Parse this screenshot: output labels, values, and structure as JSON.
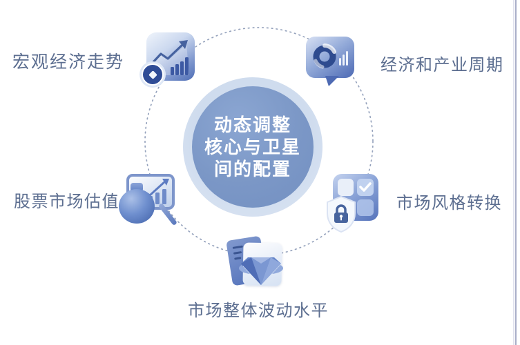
{
  "diagram": {
    "center": {
      "lines": [
        "动态调整",
        "核心与卫星",
        "间的配置"
      ]
    },
    "nodes": [
      {
        "label": "宏观经济走势",
        "icon": "trend-chart-magnifier-icon",
        "position": "top-left"
      },
      {
        "label": "经济和产业周期",
        "icon": "speech-bubble-stats-icon",
        "position": "top-right"
      },
      {
        "label": "股票市场估值",
        "icon": "presentation-board-moneybag-icon",
        "position": "middle-left"
      },
      {
        "label": "市场风格转换",
        "icon": "grid-check-shield-lock-icon",
        "position": "middle-right"
      },
      {
        "label": "市场整体波动水平",
        "icon": "documents-diamond-icon",
        "position": "bottom-center"
      }
    ],
    "colors": {
      "center_circle": "#7b97c6",
      "center_halo": "#cfdcee",
      "center_text": "#ffffff",
      "label_text": "#5c6e90",
      "icon_blue_dark": "#4c69b4",
      "icon_blue_light": "#d8e1f4",
      "orbit_dash": "#96a3bd",
      "edge_divider": "#a9aec9",
      "background": "#ffffff"
    }
  }
}
